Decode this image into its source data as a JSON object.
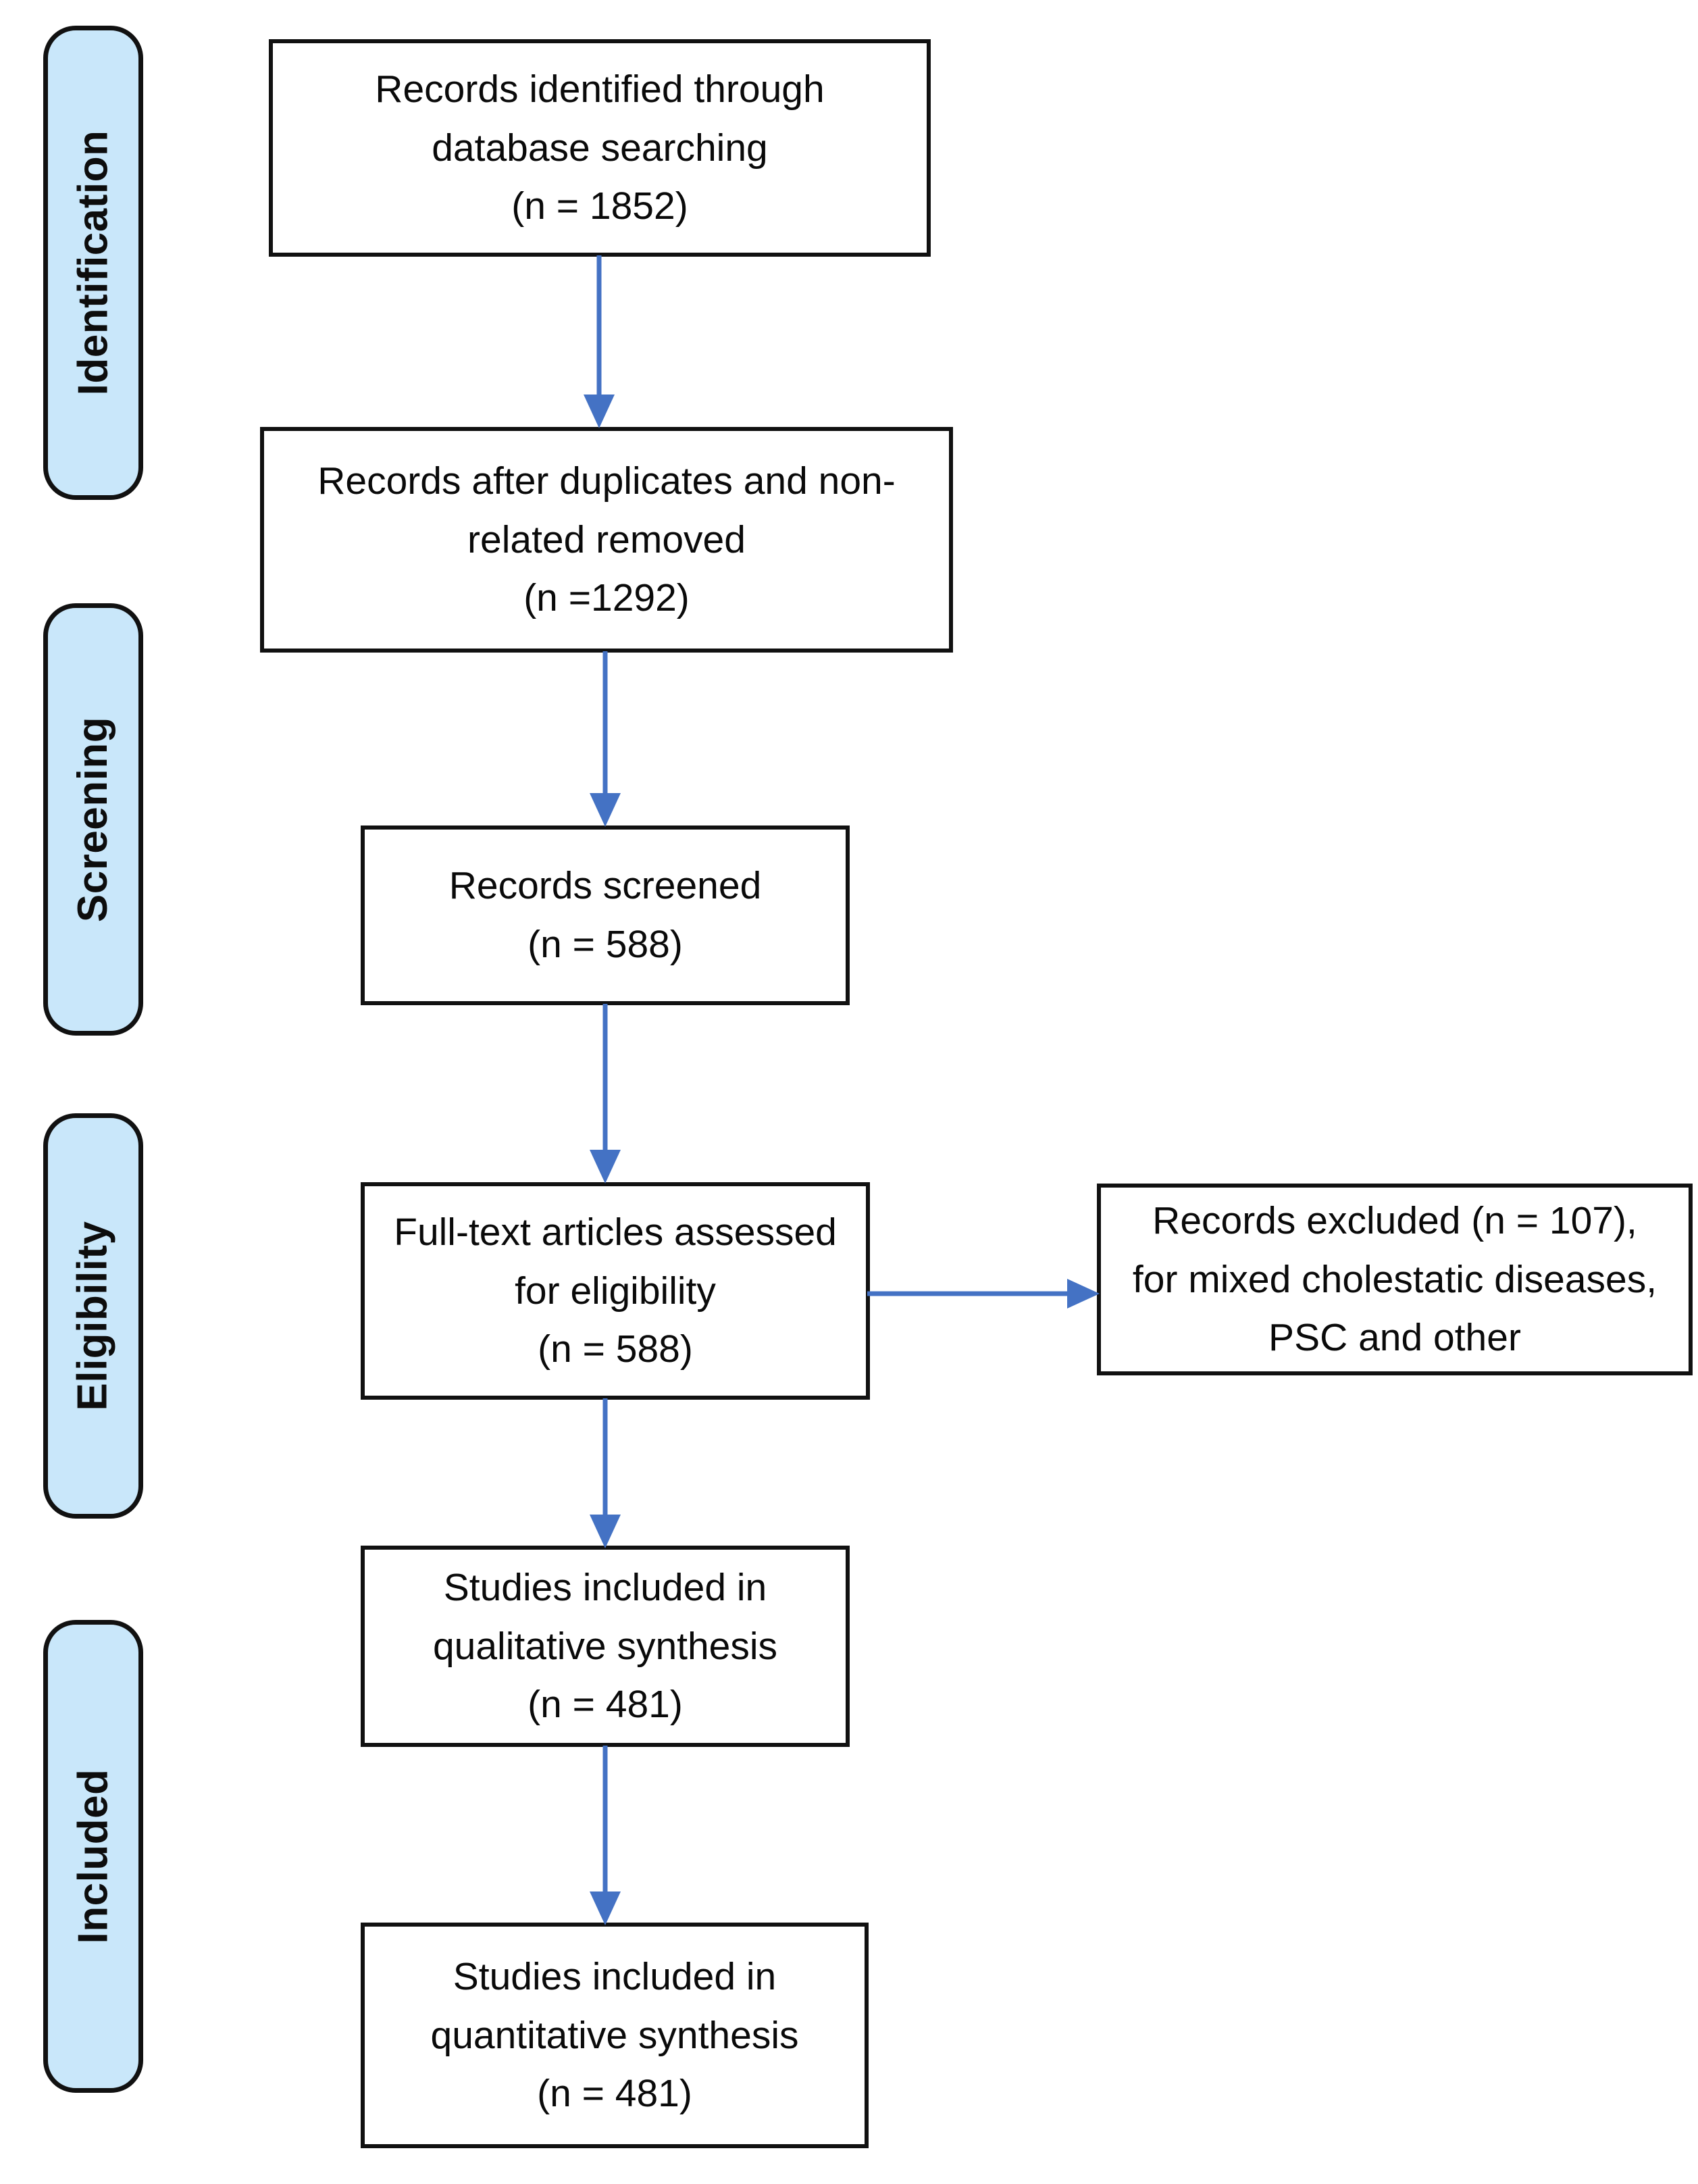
{
  "diagram": {
    "type": "PRISMA flow diagram",
    "accent_color": "#4472c4",
    "pill_fill_color": "#c9e7fa",
    "pill_border_color": "#111111",
    "box_border_color": "#111111",
    "background_color": "#ffffff"
  },
  "stages": [
    {
      "label": "Identification"
    },
    {
      "label": "Screening"
    },
    {
      "label": "Eligibility"
    },
    {
      "label": "Included"
    }
  ],
  "boxes": {
    "identified": {
      "text": "Records identified through\ndatabase searching\n(n = 1852)",
      "count": 1852
    },
    "after_duplicates": {
      "text": "Records after duplicates and non-\nrelated removed\n(n =1292)",
      "count": 1292
    },
    "screened": {
      "text": "Records screened\n(n = 588)",
      "count": 588
    },
    "fulltext_assessed": {
      "text": "Full-text articles assessed\nfor eligibility\n(n =  588)",
      "count": 588
    },
    "excluded": {
      "text": "Records excluded (n = 107),\nfor mixed cholestatic diseases,\nPSC and other",
      "count": 107
    },
    "qualitative": {
      "text": "Studies included in\nqualitative synthesis\n(n = 481)",
      "count": 481
    },
    "quantitative": {
      "text": "Studies included in\nquantitative synthesis\n(n =  481)",
      "count": 481
    }
  },
  "connectors": [
    {
      "from": "identified",
      "to": "after_duplicates",
      "direction": "down"
    },
    {
      "from": "after_duplicates",
      "to": "screened",
      "direction": "down"
    },
    {
      "from": "screened",
      "to": "fulltext_assessed",
      "direction": "down"
    },
    {
      "from": "fulltext_assessed",
      "to": "excluded",
      "direction": "right"
    },
    {
      "from": "fulltext_assessed",
      "to": "qualitative",
      "direction": "down"
    },
    {
      "from": "qualitative",
      "to": "quantitative",
      "direction": "down"
    }
  ]
}
